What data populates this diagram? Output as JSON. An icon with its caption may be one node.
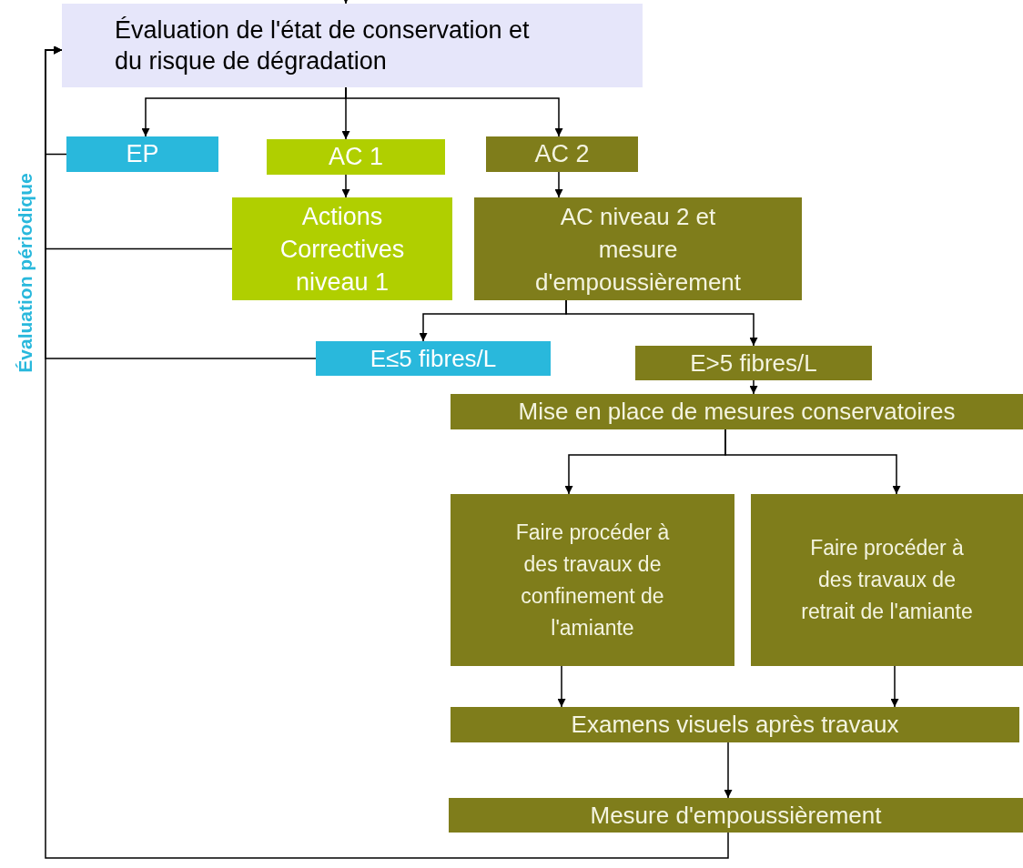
{
  "diagram": {
    "nodes": [
      {
        "text": [
          "Évaluation de l'état de conservation et du risque de dégradation"
        ]
      },
      {
        "text": [
          "EP"
        ]
      },
      {
        "text": [
          "AC 1"
        ]
      },
      {
        "text": [
          "AC 2"
        ]
      },
      {
        "text": [
          "Actions Correctives niveau 1"
        ]
      },
      {
        "text": [
          "AC niveau 2 et mesure d'empoussièrement"
        ]
      },
      {
        "text": [
          "E≤5 fibres/L"
        ]
      },
      {
        "text": [
          "E>5 fibres/L"
        ]
      },
      {
        "text": [
          "Mise en place de mesures conservatoires"
        ]
      },
      {
        "text": [
          "Faire procéder à des travaux de confinement de l'amiante"
        ]
      },
      {
        "text": [
          "Faire procéder à des travaux de retrait de l'amiante"
        ]
      },
      {
        "text": [
          "Examens visuels après travaux"
        ]
      },
      {
        "text": [
          "Mesure d'empoussièrement"
        ]
      }
    ],
    "edges": [
      {
        "from": null,
        "to": 0,
        "arrow": "to"
      },
      {
        "from": 0,
        "to": 1,
        "arrow": "to"
      },
      {
        "from": 0,
        "to": 2,
        "arrow": "to"
      },
      {
        "from": 0,
        "to": 3,
        "arrow": "to"
      },
      {
        "from": 2,
        "to": 4,
        "arrow": "to"
      },
      {
        "from": 3,
        "to": 5,
        "arrow": "to"
      },
      {
        "from": 5,
        "to": 6,
        "arrow": "to"
      },
      {
        "from": 5,
        "to": 7,
        "arrow": "to"
      },
      {
        "from": 7,
        "to": 8,
        "arrow": "to"
      },
      {
        "from": 8,
        "to": 9,
        "arrow": "to"
      },
      {
        "from": 8,
        "to": 10,
        "arrow": "to"
      },
      {
        "from": 9,
        "to": 11,
        "arrow": "to"
      },
      {
        "from": 10,
        "to": 11,
        "arrow": "to"
      },
      {
        "from": 11,
        "to": 12,
        "arrow": "to"
      },
      {
        "from": 12,
        "to": 0,
        "arrow": "to"
      },
      {
        "from": 1,
        "to": 0,
        "arrow": "to"
      },
      {
        "from": 4,
        "to": 0,
        "arrow": "to"
      },
      {
        "from": 6,
        "to": 0,
        "arrow": "to"
      }
    ],
    "labels": [
      "Évaluation périodique"
    ]
  }
}
